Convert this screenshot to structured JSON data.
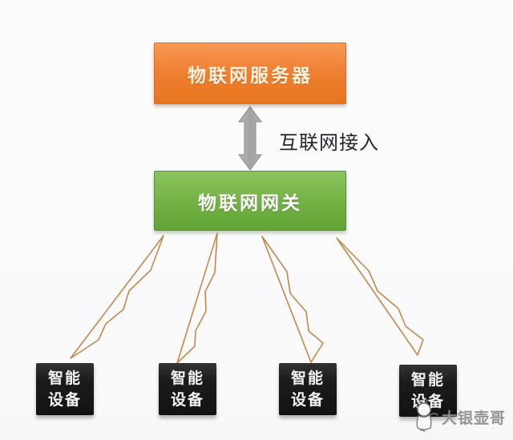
{
  "diagram": {
    "server": {
      "label": "物联网服务器"
    },
    "link_label": "互联网接入",
    "gateway": {
      "label": "物联网网关"
    },
    "devices": [
      {
        "line1": "智能",
        "line2": "设备"
      },
      {
        "line1": "智能",
        "line2": "设备"
      },
      {
        "line1": "智能",
        "line2": "设备"
      },
      {
        "line1": "智能",
        "line2": "设备"
      }
    ],
    "watermark": {
      "text": "大银壶哥"
    }
  },
  "colors": {
    "server_orange": "#EF8133",
    "gateway_green": "#72B144",
    "device_black": "#1B1B1B",
    "connector_orange": "#C1884E",
    "arrow_gray": "#A8A8A8",
    "link_label_text": "#25252D",
    "watermark_gray": "#8F8F8F"
  }
}
